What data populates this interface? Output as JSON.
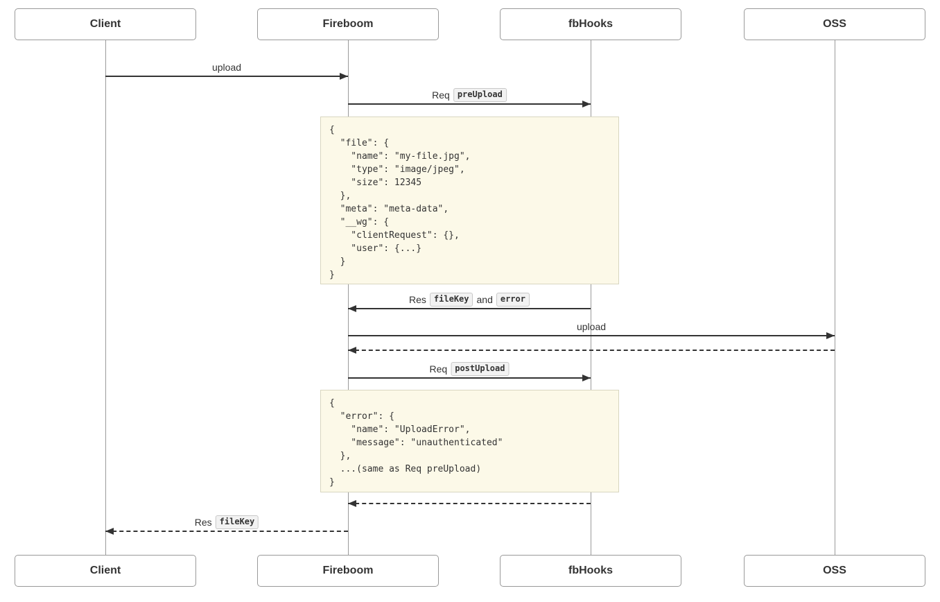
{
  "diagram_type": "sequence-diagram",
  "participants": [
    {
      "name": "Client"
    },
    {
      "name": "Fireboom"
    },
    {
      "name": "fbHooks"
    },
    {
      "name": "OSS"
    }
  ],
  "messages": {
    "m1": {
      "from": "Client",
      "to": "Fireboom",
      "style": "solid",
      "label": "upload"
    },
    "m2": {
      "from": "Fireboom",
      "to": "fbHooks",
      "style": "solid",
      "prefix": "Req",
      "code": "preUpload"
    },
    "m3": {
      "from": "fbHooks",
      "to": "Fireboom",
      "style": "solid",
      "prefix": "Res",
      "code1": "fileKey",
      "conjunction": "and",
      "code2": "error"
    },
    "m4": {
      "from": "Fireboom",
      "to": "OSS",
      "style": "solid",
      "label": "upload"
    },
    "m5": {
      "from": "OSS",
      "to": "Fireboom",
      "style": "dashed",
      "label": ""
    },
    "m6": {
      "from": "Fireboom",
      "to": "fbHooks",
      "style": "solid",
      "prefix": "Req",
      "code": "postUpload"
    },
    "m7": {
      "from": "fbHooks",
      "to": "Fireboom",
      "style": "dashed",
      "label": ""
    },
    "m8": {
      "from": "Fireboom",
      "to": "Client",
      "style": "dashed",
      "prefix": "Res",
      "code": "fileKey"
    }
  },
  "notes": {
    "pre_upload_payload": {
      "lines": [
        "{",
        "  \"file\": {",
        "    \"name\": \"my-file.jpg\",",
        "    \"type\": \"image/jpeg\",",
        "    \"size\": 12345",
        "  },",
        "  \"meta\": \"meta-data\",",
        "  \"__wg\": {",
        "    \"clientRequest\": {},",
        "    \"user\": {...}",
        "  }",
        "}"
      ]
    },
    "post_upload_payload": {
      "lines": [
        "{",
        "  \"error\": {",
        "    \"name\": \"UploadError\",",
        "    \"message\": \"unauthenticated\"",
        "  },",
        "  ...(same as Req preUpload)",
        "}"
      ]
    }
  },
  "colors": {
    "note_background": "#fcf9e8",
    "note_border": "#d8d6c0",
    "arrow": "#333333",
    "lifeline": "#9a9a9a",
    "actor_border": "#999999",
    "badge_background": "#f2f2f2",
    "badge_border": "#c8c8c8",
    "text": "#333333",
    "page_background": "#ffffff"
  }
}
